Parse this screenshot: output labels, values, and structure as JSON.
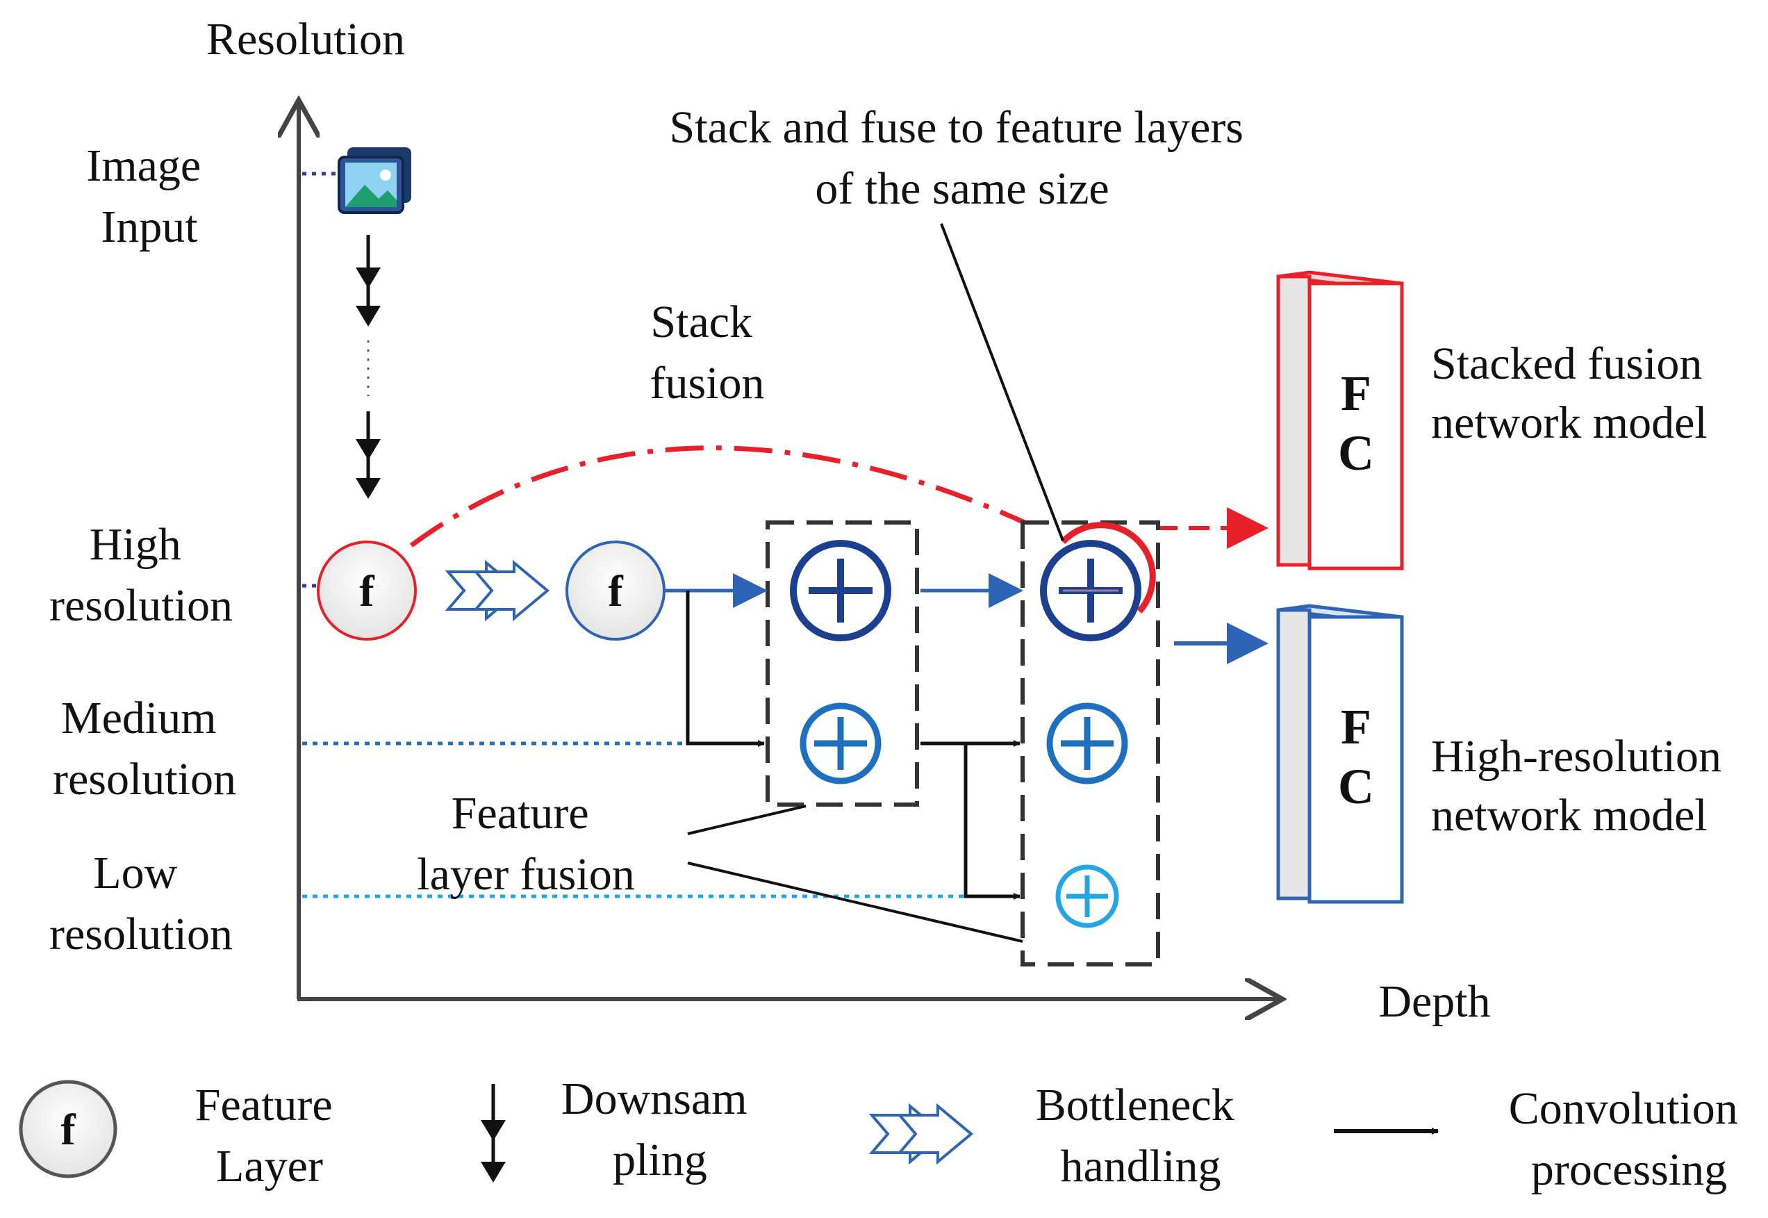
{
  "axes": {
    "y_label": "Resolution",
    "x_label": "Depth"
  },
  "labels": {
    "image_input": [
      "Image",
      "Input"
    ],
    "high_resolution": [
      "High",
      "resolution"
    ],
    "medium_resolution": [
      "Medium",
      "resolution"
    ],
    "low_resolution": [
      "Low",
      "resolution"
    ],
    "stack_fusion": [
      "Stack",
      "fusion"
    ],
    "stack_and_fuse": [
      "Stack and fuse to feature layers",
      "of the same size"
    ],
    "feature_layer_fusion": [
      "Feature",
      "layer fusion"
    ],
    "stacked_model": [
      "Stacked fusion",
      "network model"
    ],
    "high_res_model": [
      "High-resolution",
      "network model"
    ]
  },
  "glyphs": {
    "feature": "f",
    "fc_top": "F",
    "fc_bottom": "C"
  },
  "legend": {
    "feature_layer": [
      "Feature",
      "Layer"
    ],
    "downsampling": [
      "Downsam",
      "pling"
    ],
    "bottleneck": [
      "Bottleneck",
      "handling"
    ],
    "convolution": [
      "Convolution",
      "processing"
    ]
  },
  "colors": {
    "stack_path": "#e8202a",
    "high_res_path": "#2e64b6",
    "dark_blue": "#1d3f8f",
    "mid_blue": "#1f6fc1",
    "light_blue": "#22a6e6",
    "axis": "#444444",
    "dashed_box": "#333333"
  },
  "icons": {
    "image_input": "image-icon",
    "feature_layer": "feature-layer-icon",
    "fusion": "plus-circle-icon",
    "fc": "fully-connected-block-icon",
    "bottleneck": "double-arrow-icon"
  }
}
